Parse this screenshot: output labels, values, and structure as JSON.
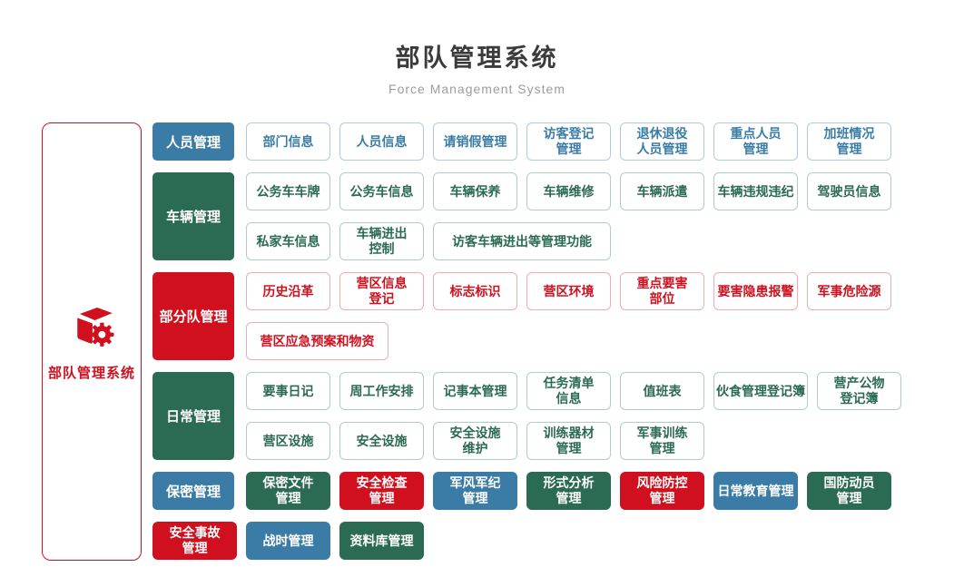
{
  "page": {
    "title": "部队管理系统",
    "subtitle": "Force Management System"
  },
  "sidebar": {
    "label": "部队管理系统",
    "icon": "cube-gear-icon"
  },
  "colors": {
    "blue": "#3A7CA6",
    "green": "#2B6A53",
    "red": "#D0101E",
    "blue_border": "#AECBDF",
    "green_border": "#AFCFC4",
    "red_border": "#EFACB2",
    "title_text": "#3B3B3B",
    "subtitle_text": "#9D9D9D"
  },
  "rows": [
    {
      "category": {
        "label": "人员管理",
        "color": "blue"
      },
      "variant": "outline",
      "color": "blue",
      "items": [
        {
          "label": "部门信息"
        },
        {
          "label": "人员信息"
        },
        {
          "label": "请销假管理"
        },
        {
          "label": "访客登记\n管理"
        },
        {
          "label": "退休退役\n人员管理"
        },
        {
          "label": "重点人员\n管理"
        },
        {
          "label": "加班情况\n管理"
        }
      ]
    },
    {
      "category": {
        "label": "车辆管理",
        "color": "green"
      },
      "variant": "outline",
      "color": "green",
      "items": [
        {
          "label": "公务车车牌"
        },
        {
          "label": "公务车信息"
        },
        {
          "label": "车辆保养"
        },
        {
          "label": "车辆维修"
        },
        {
          "label": "车辆派遣"
        },
        {
          "label": "车辆违规违纪"
        },
        {
          "label": "驾驶员信息"
        },
        {
          "label": "私家车信息"
        },
        {
          "label": "车辆进出\n控制"
        },
        {
          "label": "访客车辆进出等管理功能",
          "w": 196
        }
      ]
    },
    {
      "category": {
        "label": "部分队管理",
        "color": "red"
      },
      "variant": "outline",
      "color": "red",
      "items": [
        {
          "label": "历史沿革"
        },
        {
          "label": "营区信息\n登记"
        },
        {
          "label": "标志标识"
        },
        {
          "label": "营区环境"
        },
        {
          "label": "重点要害\n部位"
        },
        {
          "label": "要害隐患报警"
        },
        {
          "label": "军事危险源"
        },
        {
          "label": "营区应急预案和物资",
          "w": 157
        }
      ]
    },
    {
      "category": {
        "label": "日常管理",
        "color": "green"
      },
      "variant": "outline",
      "color": "green",
      "items": [
        {
          "label": "要事日记"
        },
        {
          "label": "周工作安排"
        },
        {
          "label": "记事本管理"
        },
        {
          "label": "任务清单\n信息"
        },
        {
          "label": "值班表"
        },
        {
          "label": "伙食管理登记簿",
          "w": 104
        },
        {
          "label": "营产公物\n登记簿"
        },
        {
          "label": "营区设施"
        },
        {
          "label": "安全设施"
        },
        {
          "label": "安全设施\n维护"
        },
        {
          "label": "训练器材\n管理"
        },
        {
          "label": "军事训练\n管理"
        }
      ]
    },
    {
      "category": {
        "label": "保密管理",
        "color": "blue"
      },
      "variant": "solid",
      "items": [
        {
          "label": "保密文件\n管理",
          "color": "green"
        },
        {
          "label": "安全检查\n管理",
          "color": "red"
        },
        {
          "label": "军风军纪\n管理",
          "color": "blue"
        },
        {
          "label": "形式分析\n管理",
          "color": "green"
        },
        {
          "label": "风险防控\n管理",
          "color": "red"
        },
        {
          "label": "日常教育管理",
          "color": "blue"
        },
        {
          "label": "国防动员\n管理",
          "color": "green"
        }
      ]
    },
    {
      "category": null,
      "variant": "solid",
      "items": [
        {
          "label": "安全事故\n管理",
          "color": "red"
        },
        {
          "label": "战时管理",
          "color": "blue"
        },
        {
          "label": "资料库管理",
          "color": "green"
        }
      ]
    }
  ]
}
